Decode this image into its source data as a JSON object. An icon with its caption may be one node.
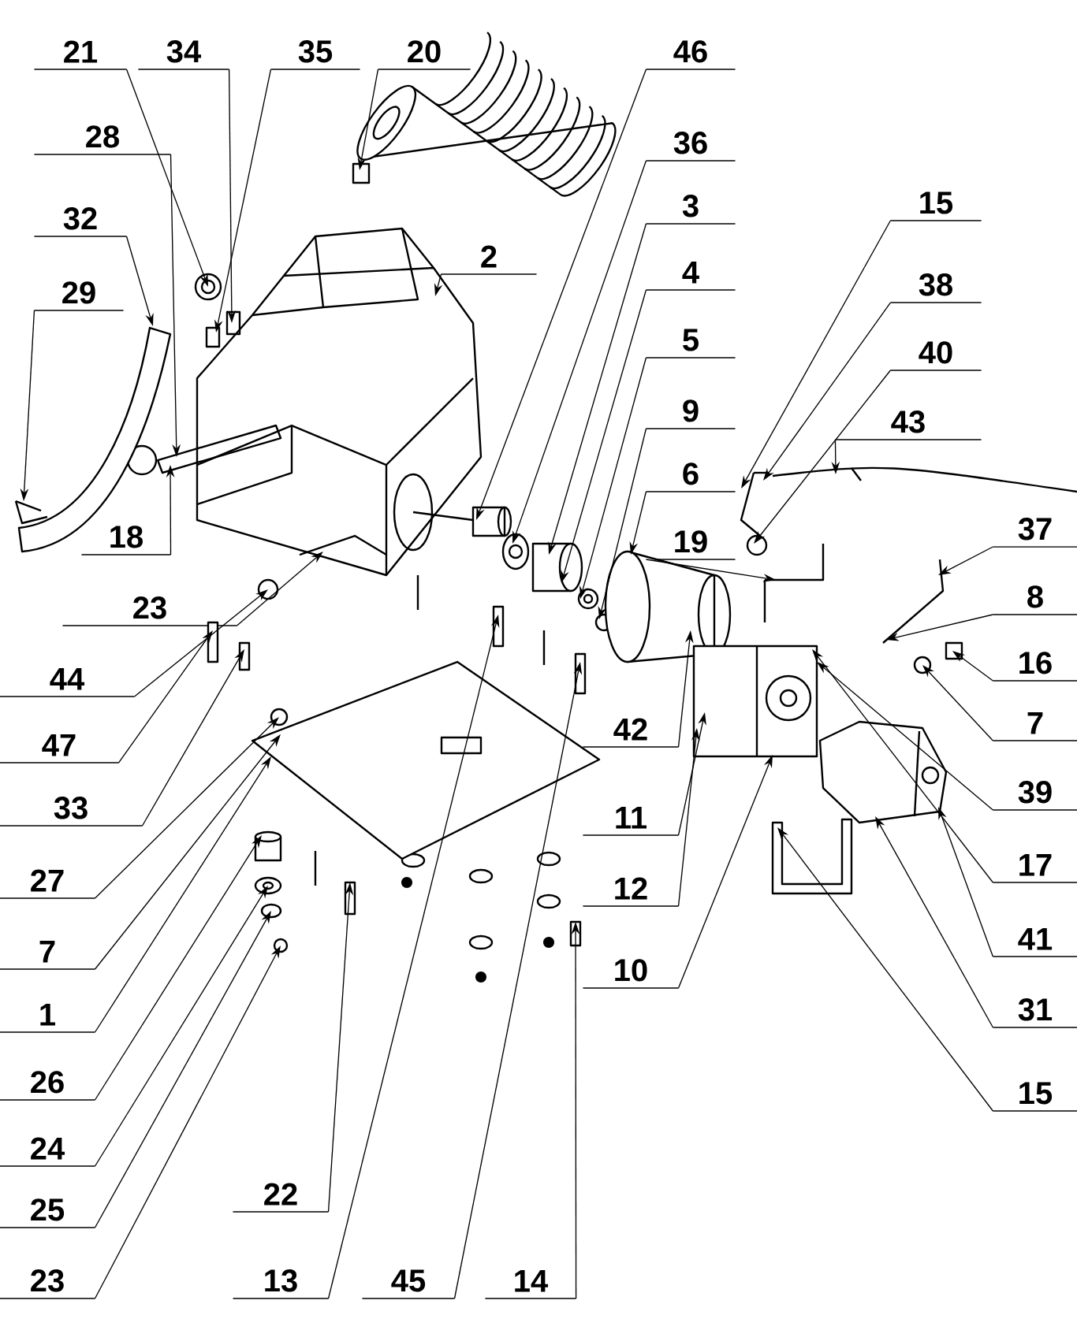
{
  "diagram": {
    "nodes": [
      {
        "text": [
          "21"
        ]
      },
      {
        "text": [
          "34"
        ]
      },
      {
        "text": [
          "35"
        ]
      },
      {
        "text": [
          "20"
        ]
      },
      {
        "text": [
          "46"
        ]
      },
      {
        "text": [
          "28"
        ]
      },
      {
        "text": [
          "36"
        ]
      },
      {
        "text": [
          "3"
        ]
      },
      {
        "text": [
          "15"
        ]
      },
      {
        "text": [
          "32"
        ]
      },
      {
        "text": [
          "2"
        ]
      },
      {
        "text": [
          "4"
        ]
      },
      {
        "text": [
          "38"
        ]
      },
      {
        "text": [
          "29"
        ]
      },
      {
        "text": [
          "5"
        ]
      },
      {
        "text": [
          "40"
        ]
      },
      {
        "text": [
          "9"
        ]
      },
      {
        "text": [
          "43"
        ]
      },
      {
        "text": [
          "6"
        ]
      },
      {
        "text": [
          "37"
        ]
      },
      {
        "text": [
          "18"
        ]
      },
      {
        "text": [
          "19"
        ]
      },
      {
        "text": [
          "8"
        ]
      },
      {
        "text": [
          "23"
        ]
      },
      {
        "text": [
          "16"
        ]
      },
      {
        "text": [
          "44"
        ]
      },
      {
        "text": [
          "7"
        ]
      },
      {
        "text": [
          "42"
        ]
      },
      {
        "text": [
          "47"
        ]
      },
      {
        "text": [
          "39"
        ]
      },
      {
        "text": [
          "33"
        ]
      },
      {
        "text": [
          "11"
        ]
      },
      {
        "text": [
          "17"
        ]
      },
      {
        "text": [
          "27"
        ]
      },
      {
        "text": [
          "12"
        ]
      },
      {
        "text": [
          "41"
        ]
      },
      {
        "text": [
          "7"
        ]
      },
      {
        "text": [
          "10"
        ]
      },
      {
        "text": [
          "31"
        ]
      },
      {
        "text": [
          "1"
        ]
      },
      {
        "text": [
          "15"
        ]
      },
      {
        "text": [
          "26"
        ]
      },
      {
        "text": [
          "24"
        ]
      },
      {
        "text": [
          "22"
        ]
      },
      {
        "text": [
          "25"
        ]
      },
      {
        "text": [
          "23"
        ]
      },
      {
        "text": [
          "13"
        ]
      },
      {
        "text": [
          "45"
        ]
      },
      {
        "text": [
          "14"
        ]
      },
      {
        "text": [],
        "shape": "picture"
      },
      {
        "text": [],
        "shape": "box"
      },
      {
        "text": [],
        "shape": "box"
      },
      {
        "text": [],
        "shape": "picture"
      },
      {
        "text": [],
        "shape": "picture"
      },
      {
        "text": [],
        "shape": "picture"
      },
      {
        "text": [],
        "shape": "picture"
      },
      {
        "text": [],
        "shape": "picture"
      },
      {
        "text": [],
        "shape": "picture"
      },
      {
        "text": [],
        "shape": "picture"
      },
      {
        "text": [],
        "shape": "picture"
      },
      {
        "text": [],
        "shape": "picture"
      },
      {
        "text": [],
        "shape": "picture"
      },
      {
        "text": [],
        "shape": "circle"
      },
      {
        "text": [],
        "shape": "circle"
      },
      {
        "text": [],
        "shape": "picture"
      },
      {
        "text": [],
        "shape": "picture"
      },
      {
        "text": [],
        "shape": "picture"
      },
      {
        "text": [],
        "shape": "picture"
      },
      {
        "text": [],
        "shape": "box"
      },
      {
        "text": [],
        "shape": "circle"
      },
      {
        "text": [],
        "shape": "circle"
      },
      {
        "text": [],
        "shape": "box"
      },
      {
        "text": [],
        "shape": "picture"
      },
      {
        "text": [],
        "shape": "box"
      },
      {
        "text": [],
        "shape": "picture"
      },
      {
        "text": [],
        "shape": "circle"
      },
      {
        "text": [],
        "shape": "picture"
      },
      {
        "text": [],
        "shape": "picture"
      },
      {
        "text": [],
        "shape": "cylinder"
      },
      {
        "text": [],
        "shape": "picture"
      },
      {
        "text": [],
        "shape": "box"
      },
      {
        "text": [],
        "shape": "circle"
      },
      {
        "text": [],
        "shape": "circle"
      },
      {
        "text": [],
        "shape": "box"
      },
      {
        "text": [],
        "shape": "box"
      },
      {
        "text": [],
        "shape": "box"
      }
    ],
    "edges": [
      {
        "from": 0,
        "to": 49,
        "arrow": "to"
      },
      {
        "from": 1,
        "to": 50,
        "arrow": "to"
      },
      {
        "from": 2,
        "to": 51,
        "arrow": "to"
      },
      {
        "from": 3,
        "to": 52,
        "arrow": "to"
      },
      {
        "from": 4,
        "to": 53,
        "arrow": "to"
      },
      {
        "from": 5,
        "to": 54,
        "arrow": "to"
      },
      {
        "from": 6,
        "to": 55,
        "arrow": "to"
      },
      {
        "from": 7,
        "to": 56,
        "arrow": "to"
      },
      {
        "from": 8,
        "to": 57,
        "arrow": "to"
      },
      {
        "from": 9,
        "to": 58,
        "arrow": "to"
      },
      {
        "from": 10,
        "to": 59,
        "arrow": "to"
      },
      {
        "from": 11,
        "to": 56,
        "arrow": "to"
      },
      {
        "from": 12,
        "to": 57,
        "arrow": "to"
      },
      {
        "from": 13,
        "to": 60,
        "arrow": "to"
      },
      {
        "from": 14,
        "to": 61,
        "arrow": "to"
      },
      {
        "from": 15,
        "to": 63,
        "arrow": "to"
      },
      {
        "from": 16,
        "to": 62,
        "arrow": "to"
      },
      {
        "from": 17,
        "to": 64,
        "arrow": "to"
      },
      {
        "from": 18,
        "to": 65,
        "arrow": "to"
      },
      {
        "from": 19,
        "to": 66,
        "arrow": "to"
      },
      {
        "from": 20,
        "to": 54,
        "arrow": "to"
      },
      {
        "from": 21,
        "to": 67,
        "arrow": "to"
      },
      {
        "from": 22,
        "to": 66,
        "arrow": "to"
      },
      {
        "from": 23,
        "to": 59,
        "arrow": "to"
      },
      {
        "from": 24,
        "to": 68,
        "arrow": "to"
      },
      {
        "from": 25,
        "to": 69,
        "arrow": "to"
      },
      {
        "from": 26,
        "to": 70,
        "arrow": "to"
      },
      {
        "from": 27,
        "to": 65,
        "arrow": "to"
      },
      {
        "from": 28,
        "to": 71,
        "arrow": "to"
      },
      {
        "from": 29,
        "to": 72,
        "arrow": "to"
      },
      {
        "from": 30,
        "to": 73,
        "arrow": "to"
      },
      {
        "from": 31,
        "to": 72,
        "arrow": "to"
      },
      {
        "from": 32,
        "to": 72,
        "arrow": "to"
      },
      {
        "from": 33,
        "to": 75,
        "arrow": "to"
      },
      {
        "from": 34,
        "to": 72,
        "arrow": "to"
      },
      {
        "from": 35,
        "to": 74,
        "arrow": "to"
      },
      {
        "from": 36,
        "to": 76,
        "arrow": "to"
      },
      {
        "from": 37,
        "to": 72,
        "arrow": "to"
      },
      {
        "from": 38,
        "to": 74,
        "arrow": "to"
      },
      {
        "from": 39,
        "to": 76,
        "arrow": "to"
      },
      {
        "from": 40,
        "to": 77,
        "arrow": "to"
      },
      {
        "from": 41,
        "to": 78,
        "arrow": "to"
      },
      {
        "from": 42,
        "to": 79,
        "arrow": "to"
      },
      {
        "from": 43,
        "to": 80,
        "arrow": "to"
      },
      {
        "from": 44,
        "to": 81,
        "arrow": "to"
      },
      {
        "from": 45,
        "to": 82,
        "arrow": "to"
      },
      {
        "from": 46,
        "to": 83,
        "arrow": "to"
      },
      {
        "from": 47,
        "to": 84,
        "arrow": "to"
      },
      {
        "from": 48,
        "to": 85,
        "arrow": "to"
      }
    ]
  }
}
